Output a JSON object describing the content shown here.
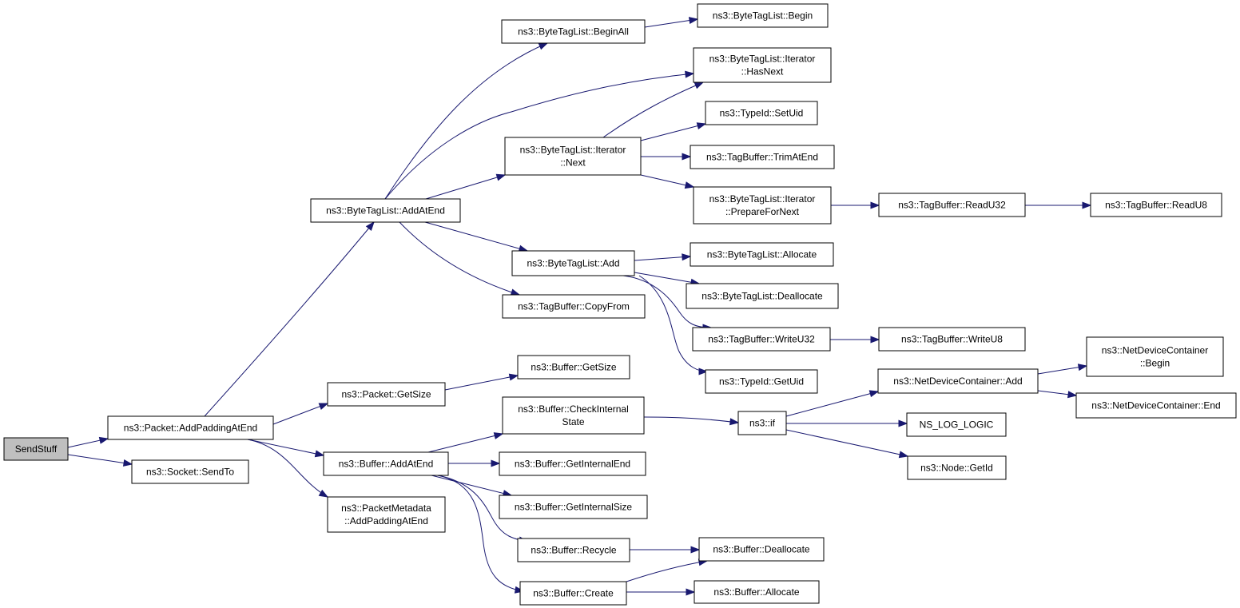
{
  "graph": {
    "nodes": [
      {
        "id": "sendstuff",
        "lines": [
          "SendStuff"
        ],
        "root": true
      },
      {
        "id": "packet_addpaddingatend",
        "lines": [
          "ns3::Packet::AddPaddingAtEnd"
        ]
      },
      {
        "id": "socket_sendto",
        "lines": [
          "ns3::Socket::SendTo"
        ]
      },
      {
        "id": "bytetaglist_addatend",
        "lines": [
          "ns3::ByteTagList::AddAtEnd"
        ]
      },
      {
        "id": "packet_getsize",
        "lines": [
          "ns3::Packet::GetSize"
        ]
      },
      {
        "id": "buffer_addatend",
        "lines": [
          "ns3::Buffer::AddAtEnd"
        ]
      },
      {
        "id": "packetmetadata_addpaddingatend",
        "lines": [
          "ns3::PacketMetadata",
          "::AddPaddingAtEnd"
        ]
      },
      {
        "id": "bytetaglist_beginall",
        "lines": [
          "ns3::ByteTagList::BeginAll"
        ]
      },
      {
        "id": "bytetaglist_iterator_next",
        "lines": [
          "ns3::ByteTagList::Iterator",
          "::Next"
        ]
      },
      {
        "id": "bytetaglist_add",
        "lines": [
          "ns3::ByteTagList::Add"
        ]
      },
      {
        "id": "tagbuffer_copyfrom",
        "lines": [
          "ns3::TagBuffer::CopyFrom"
        ]
      },
      {
        "id": "buffer_getsize",
        "lines": [
          "ns3::Buffer::GetSize"
        ]
      },
      {
        "id": "buffer_checkinternalstate",
        "lines": [
          "ns3::Buffer::CheckInternal",
          "State"
        ]
      },
      {
        "id": "buffer_getinternalend",
        "lines": [
          "ns3::Buffer::GetInternalEnd"
        ]
      },
      {
        "id": "buffer_getinternalsize",
        "lines": [
          "ns3::Buffer::GetInternalSize"
        ]
      },
      {
        "id": "buffer_recycle",
        "lines": [
          "ns3::Buffer::Recycle"
        ]
      },
      {
        "id": "buffer_create",
        "lines": [
          "ns3::Buffer::Create"
        ]
      },
      {
        "id": "bytetaglist_begin",
        "lines": [
          "ns3::ByteTagList::Begin"
        ]
      },
      {
        "id": "bytetaglist_iterator_hasnext",
        "lines": [
          "ns3::ByteTagList::Iterator",
          "::HasNext"
        ]
      },
      {
        "id": "typeid_setuid",
        "lines": [
          "ns3::TypeId::SetUid"
        ]
      },
      {
        "id": "tagbuffer_trimatend",
        "lines": [
          "ns3::TagBuffer::TrimAtEnd"
        ]
      },
      {
        "id": "bytetaglist_iterator_preparefornext",
        "lines": [
          "ns3::ByteTagList::Iterator",
          "::PrepareForNext"
        ]
      },
      {
        "id": "bytetaglist_allocate",
        "lines": [
          "ns3::ByteTagList::Allocate"
        ]
      },
      {
        "id": "bytetaglist_deallocate",
        "lines": [
          "ns3::ByteTagList::Deallocate"
        ]
      },
      {
        "id": "tagbuffer_writeu32",
        "lines": [
          "ns3::TagBuffer::WriteU32"
        ]
      },
      {
        "id": "typeid_getuid",
        "lines": [
          "ns3::TypeId::GetUid"
        ]
      },
      {
        "id": "ns3_if",
        "lines": [
          "ns3::if"
        ]
      },
      {
        "id": "buffer_deallocate",
        "lines": [
          "ns3::Buffer::Deallocate"
        ]
      },
      {
        "id": "buffer_allocate",
        "lines": [
          "ns3::Buffer::Allocate"
        ]
      },
      {
        "id": "tagbuffer_readu32",
        "lines": [
          "ns3::TagBuffer::ReadU32"
        ]
      },
      {
        "id": "tagbuffer_writeu8",
        "lines": [
          "ns3::TagBuffer::WriteU8"
        ]
      },
      {
        "id": "netdevicecontainer_add",
        "lines": [
          "ns3::NetDeviceContainer::Add"
        ]
      },
      {
        "id": "ns_log_logic",
        "lines": [
          "NS_LOG_LOGIC"
        ]
      },
      {
        "id": "node_getid",
        "lines": [
          "ns3::Node::GetId"
        ]
      },
      {
        "id": "tagbuffer_readu8",
        "lines": [
          "ns3::TagBuffer::ReadU8"
        ]
      },
      {
        "id": "netdevicecontainer_begin",
        "lines": [
          "ns3::NetDeviceContainer",
          "::Begin"
        ]
      },
      {
        "id": "netdevicecontainer_end",
        "lines": [
          "ns3::NetDeviceContainer::End"
        ]
      }
    ],
    "edges": [
      [
        "sendstuff",
        "packet_addpaddingatend"
      ],
      [
        "sendstuff",
        "socket_sendto"
      ],
      [
        "packet_addpaddingatend",
        "bytetaglist_addatend"
      ],
      [
        "packet_addpaddingatend",
        "packet_getsize"
      ],
      [
        "packet_addpaddingatend",
        "buffer_addatend"
      ],
      [
        "packet_addpaddingatend",
        "packetmetadata_addpaddingatend"
      ],
      [
        "bytetaglist_addatend",
        "bytetaglist_beginall"
      ],
      [
        "bytetaglist_addatend",
        "bytetaglist_iterator_hasnext"
      ],
      [
        "bytetaglist_addatend",
        "bytetaglist_iterator_next"
      ],
      [
        "bytetaglist_addatend",
        "bytetaglist_add"
      ],
      [
        "bytetaglist_addatend",
        "tagbuffer_copyfrom"
      ],
      [
        "bytetaglist_beginall",
        "bytetaglist_begin"
      ],
      [
        "bytetaglist_iterator_next",
        "bytetaglist_iterator_hasnext"
      ],
      [
        "bytetaglist_iterator_next",
        "typeid_setuid"
      ],
      [
        "bytetaglist_iterator_next",
        "tagbuffer_trimatend"
      ],
      [
        "bytetaglist_iterator_next",
        "bytetaglist_iterator_preparefornext"
      ],
      [
        "bytetaglist_iterator_preparefornext",
        "tagbuffer_readu32"
      ],
      [
        "tagbuffer_readu32",
        "tagbuffer_readu8"
      ],
      [
        "bytetaglist_add",
        "bytetaglist_allocate"
      ],
      [
        "bytetaglist_add",
        "bytetaglist_deallocate"
      ],
      [
        "bytetaglist_add",
        "tagbuffer_writeu32"
      ],
      [
        "bytetaglist_add",
        "typeid_getuid"
      ],
      [
        "tagbuffer_writeu32",
        "tagbuffer_writeu8"
      ],
      [
        "packet_getsize",
        "buffer_getsize"
      ],
      [
        "buffer_addatend",
        "buffer_checkinternalstate"
      ],
      [
        "buffer_addatend",
        "buffer_getinternalend"
      ],
      [
        "buffer_addatend",
        "buffer_getinternalsize"
      ],
      [
        "buffer_addatend",
        "buffer_recycle"
      ],
      [
        "buffer_addatend",
        "buffer_create"
      ],
      [
        "buffer_checkinternalstate",
        "ns3_if"
      ],
      [
        "ns3_if",
        "netdevicecontainer_add"
      ],
      [
        "ns3_if",
        "ns_log_logic"
      ],
      [
        "ns3_if",
        "node_getid"
      ],
      [
        "netdevicecontainer_add",
        "netdevicecontainer_begin"
      ],
      [
        "netdevicecontainer_add",
        "netdevicecontainer_end"
      ],
      [
        "buffer_recycle",
        "buffer_deallocate"
      ],
      [
        "buffer_create",
        "buffer_deallocate"
      ],
      [
        "buffer_create",
        "buffer_allocate"
      ]
    ]
  }
}
